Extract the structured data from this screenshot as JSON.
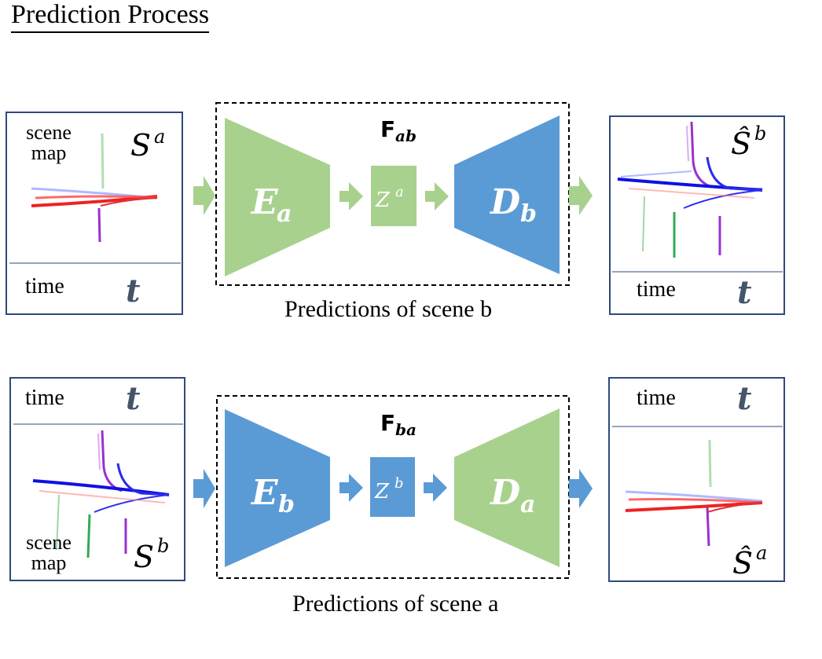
{
  "title": "Prediction Process",
  "top_row": {
    "input": {
      "map_label_1": "scene",
      "map_label_2": "map",
      "scene_symbol": "S",
      "scene_sup": "a",
      "time_label": "time",
      "time_symbol": "t"
    },
    "function": {
      "name": "F",
      "sub": "ab"
    },
    "encoder": {
      "base": "E",
      "sub": "a"
    },
    "latent": {
      "base": "Z",
      "sup": "a"
    },
    "decoder": {
      "base": "D",
      "sub": "b"
    },
    "output": {
      "scene_symbol": "Ŝ",
      "scene_sup": "b",
      "time_label": "time",
      "time_symbol": "t"
    },
    "caption": "Predictions of scene b"
  },
  "bottom_row": {
    "input": {
      "map_label_1": "scene",
      "map_label_2": "map",
      "scene_symbol": "S",
      "scene_sup": "b",
      "time_label": "time",
      "time_symbol": "t"
    },
    "function": {
      "name": "F",
      "sub": "ba"
    },
    "encoder": {
      "base": "E",
      "sub": "b"
    },
    "latent": {
      "base": "Z",
      "sup": "b"
    },
    "decoder": {
      "base": "D",
      "sub": "a"
    },
    "output": {
      "scene_symbol": "Ŝ",
      "scene_sup": "a",
      "time_label": "time",
      "time_symbol": "t"
    },
    "caption": "Predictions of scene a"
  },
  "colors": {
    "green": "#a9d18e",
    "blue": "#5b9bd5",
    "frame": "#2f4a7a",
    "time_symbol": "#44546a"
  }
}
